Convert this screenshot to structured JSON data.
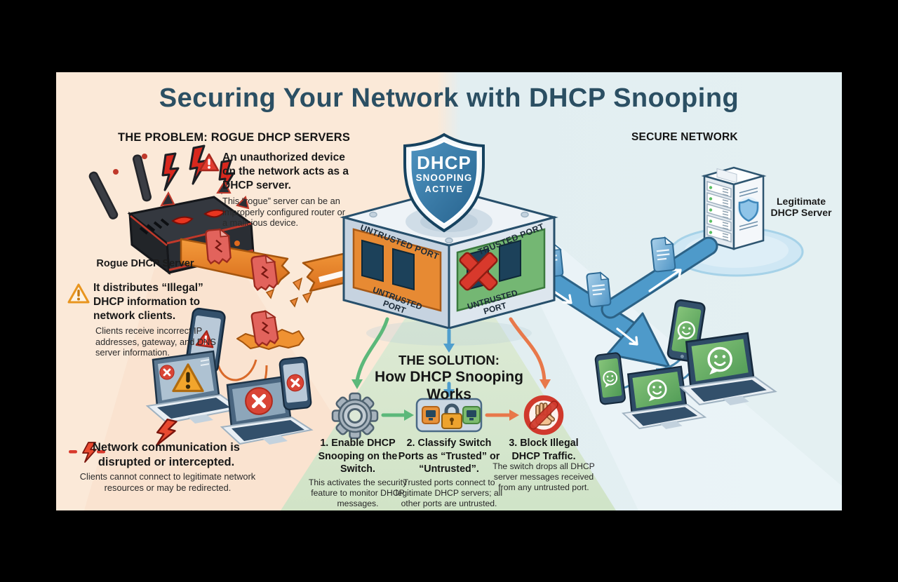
{
  "title": "Securing Your Network with DHCP Snooping",
  "problem": {
    "heading": "THE PROBLEM: ROGUE DHCP SERVERS",
    "rogue_label": "Rogue DHCP Server",
    "point1_bold": "An unauthorized device on the network acts as a DHCP server.",
    "point1_detail": "This “rogue” server can be an improperly configured router or a malicious device.",
    "point2_bold": "It distributes “Illegal” DHCP information to network clients.",
    "point2_detail": "Clients receive incorrect IP addresses, gateway, and DNS server information.",
    "point3_bold": "Network communication is disrupted or intercepted.",
    "point3_detail": "Clients cannot connect to legitimate network resources or may be redirected."
  },
  "switch": {
    "shield_line1": "DHCP",
    "shield_line2": "SNOOPING",
    "shield_line3": "ACTIVE",
    "left_face_label": "UNTRUSTED PORT",
    "right_face_label": "TRUSTED PORT",
    "bottom_left_label": "UNTRUSTED PORT",
    "bottom_right_label": "UNTRUSTED PORT"
  },
  "solution": {
    "heading_line1": "THE SOLUTION:",
    "heading_line2": "How DHCP Snooping Works",
    "step1_title": "1. Enable DHCP Snooping on the Switch.",
    "step1_detail": "This activates the security feature to monitor DHCP messages.",
    "step2_title": "2. Classify Switch Ports as “Trusted” or “Untrusted”.",
    "step2_detail": "Trusted ports connect to legitimate DHCP servers; all other ports are untrusted.",
    "step3_title": "3. Block Illegal DHCP Traffic.",
    "step3_detail": "The switch drops all DHCP server messages received from any untrusted port."
  },
  "secure": {
    "heading": "SECURE NETWORK",
    "server_label_line1": "Legitimate",
    "server_label_line2": "DHCP Server"
  },
  "colors": {
    "title": "#2b4f63",
    "cream_bg": "#fbe9d8",
    "blue_bg": "#e2eef1",
    "green_spotlight": "#d3e5cb",
    "orange_flow": "#ec8f35",
    "blue_flow": "#4d9bca",
    "trusted_green": "#74b773",
    "untrusted_orange": "#e8873a",
    "alert_red": "#d83a2e",
    "shield_blue": "#33719d"
  }
}
